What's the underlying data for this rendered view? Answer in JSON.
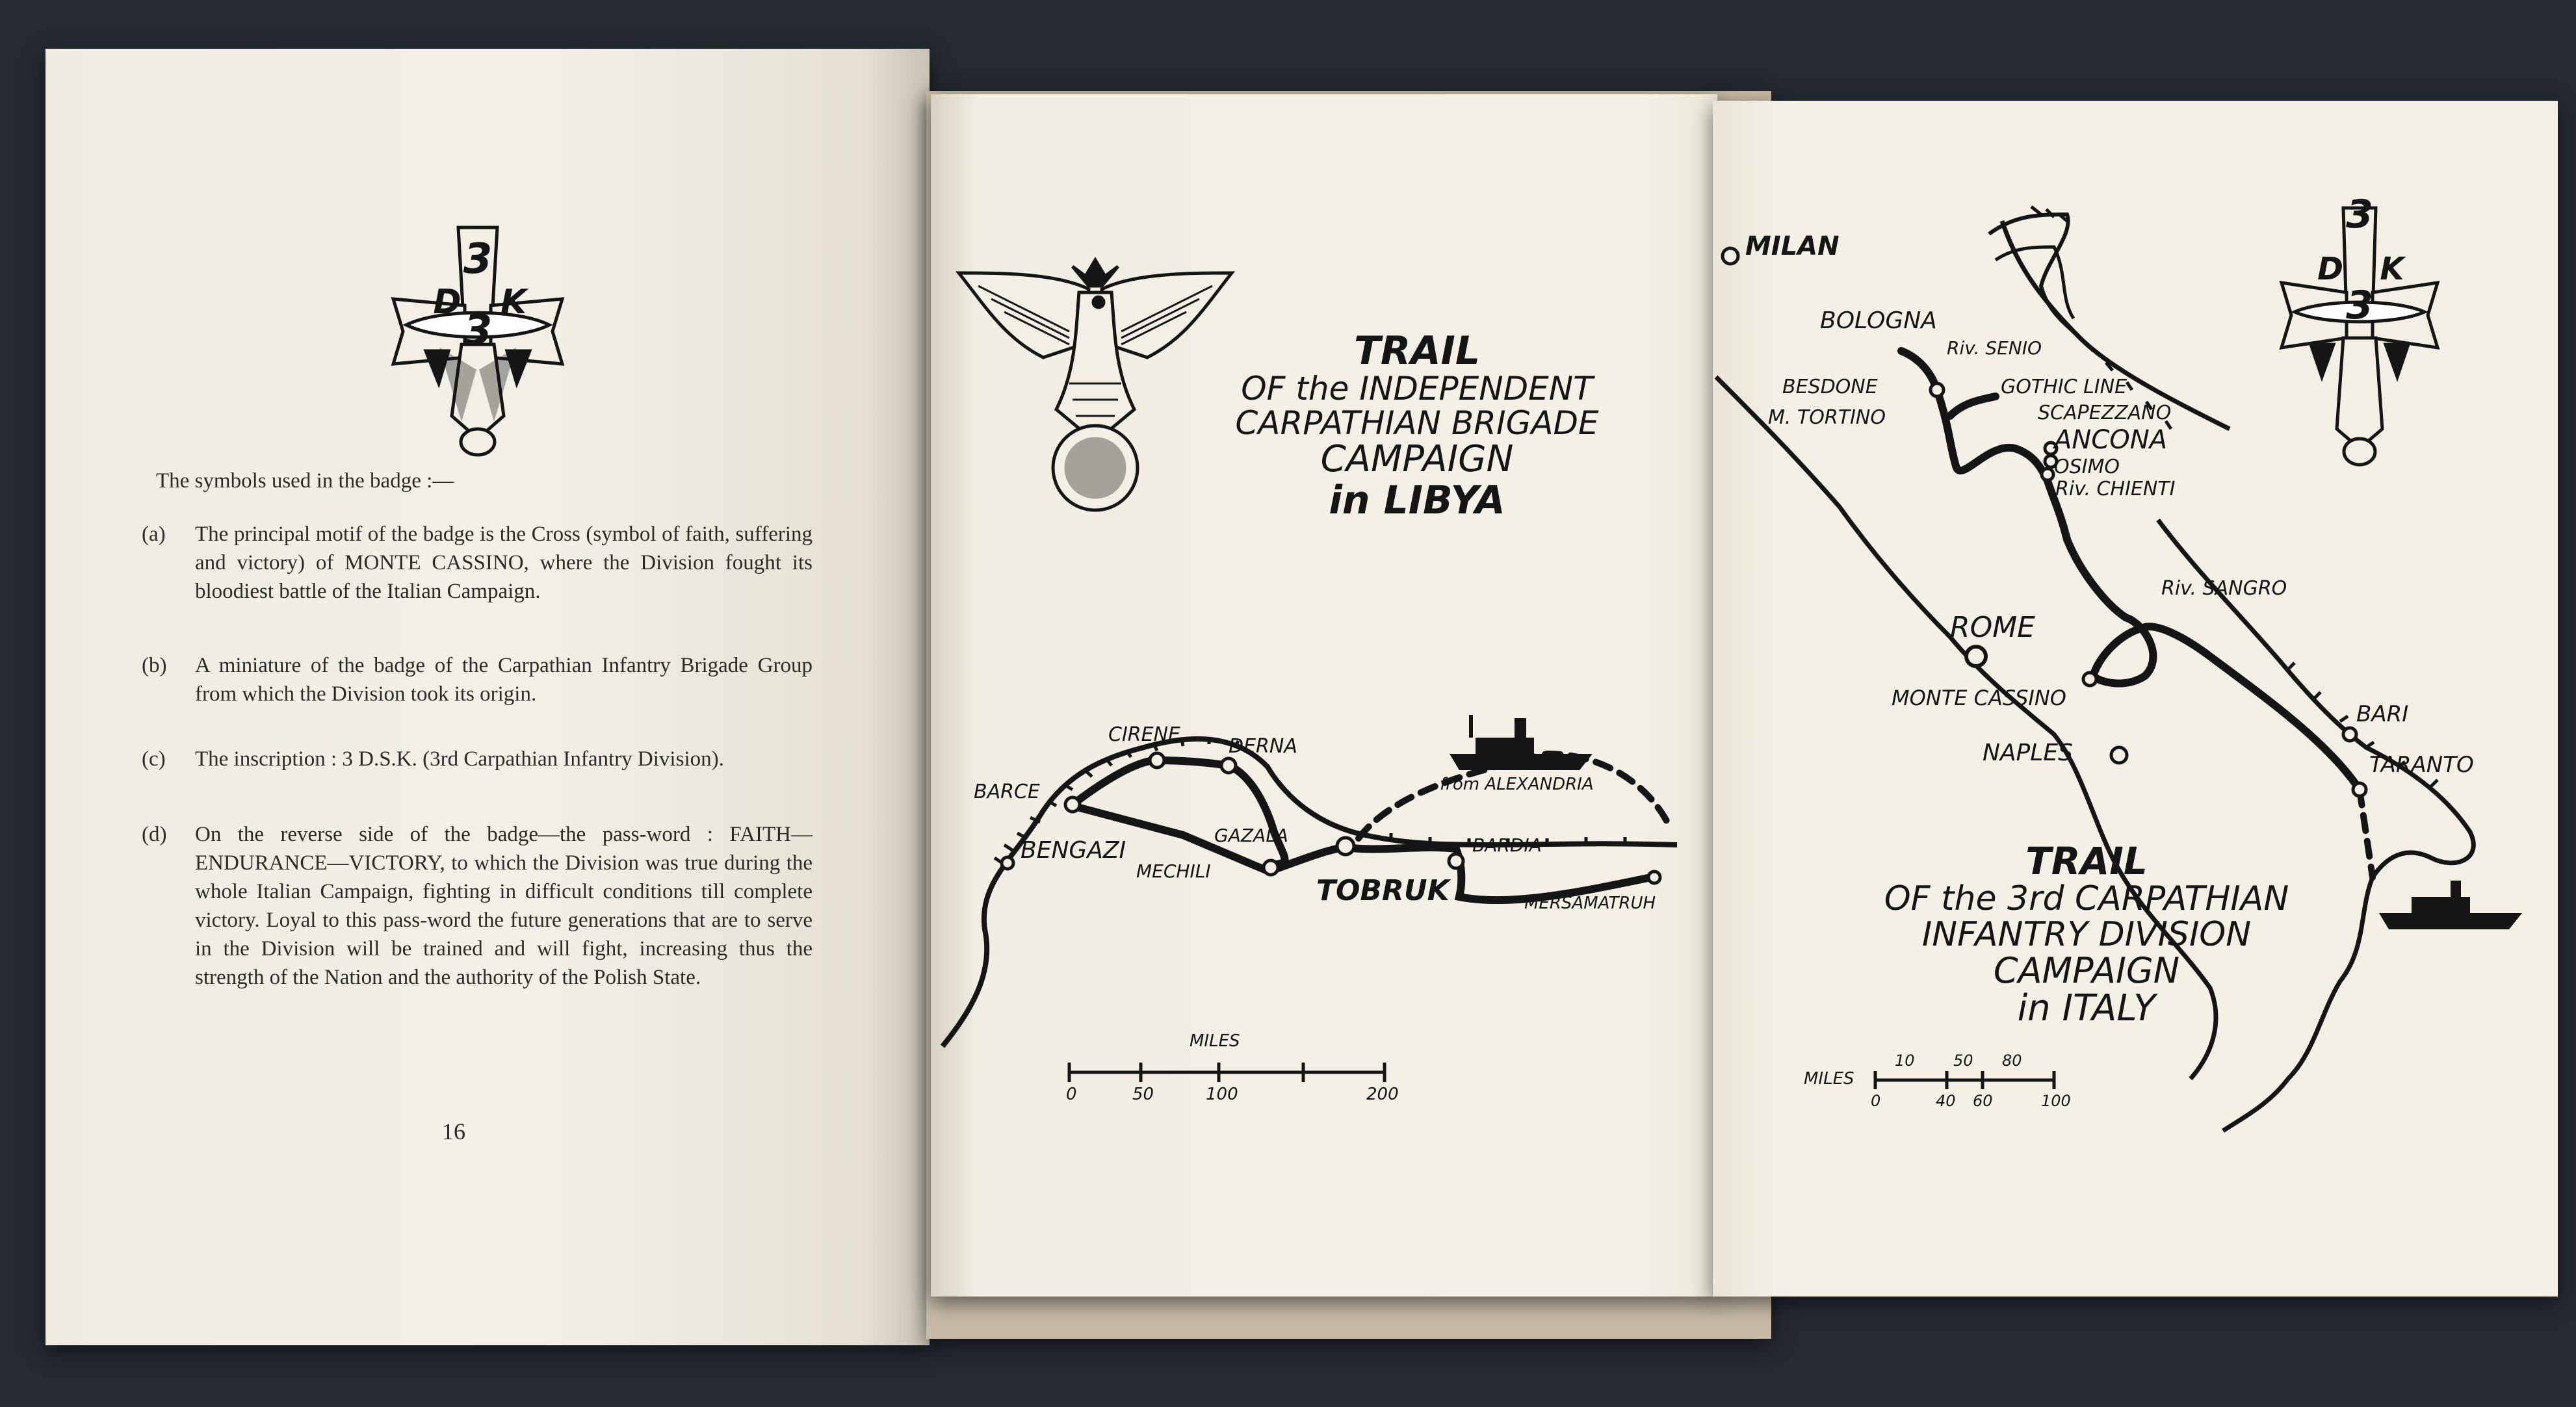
{
  "left_page": {
    "intro": "The symbols used in the badge :—",
    "items": [
      {
        "label": "(a)",
        "text": "The principal motif of the badge is the Cross (symbol of faith, suffering and victory) of MONTE CASSINO, where the Division fought its bloodiest battle of the Italian Campaign."
      },
      {
        "label": "(b)",
        "text": "A miniature of the badge of the Carpathian Infantry Brigade Group from which the Division took its origin."
      },
      {
        "label": "(c)",
        "text": "The inscription : 3 D.S.K. (3rd Carpathian Infantry Division)."
      },
      {
        "label": "(d)",
        "text": "On the reverse side of the badge—the pass-word : FAITH—ENDURANCE—VICTORY, to which the Division was true during the whole Italian Campaign, fighting in difficult conditions till complete victory. Loyal to this pass-word the future generations that are to serve in the Division will be trained and will fight, increasing thus the strength of the Nation and the authority of the Polish State."
      }
    ],
    "page_number": "16",
    "badge_text": {
      "top": "3",
      "left": "D",
      "right": "K",
      "center": "3"
    }
  },
  "libya_map": {
    "title_lines": [
      "TRAIL",
      "OF the INDEPENDENT",
      "CARPATHIAN BRIGADE",
      "CAMPAIGN",
      "in LIBYA"
    ],
    "places": {
      "cirene": "CIRENE",
      "derna": "DERNA",
      "barce": "BARCE",
      "bengazi": "BENGAZI",
      "gazala": "GAZALA",
      "mechili": "MECHILI",
      "tobruk": "TOBRUK",
      "bardia": "BARDIA",
      "mersamatruh": "MERSAMATRUH",
      "from_alexandria": "from ALEXANDRIA"
    },
    "scale": {
      "label": "MILES",
      "ticks": [
        "0",
        "50",
        "100",
        "200"
      ]
    }
  },
  "italy_map": {
    "title_lines": [
      "TRAIL",
      "OF the 3rd CARPATHIAN",
      "INFANTRY DIVISION",
      "CAMPAIGN",
      "in ITALY"
    ],
    "places": {
      "milan": "MILAN",
      "bologna": "BOLOGNA",
      "riv_senio": "Riv. SENIO",
      "besdone": "BESDONE",
      "m_tortino": "M. TORTINO",
      "gothic_line": "GOTHIC LINE",
      "scapezzano": "SCAPEZZANO",
      "ancona": "ANCONA",
      "osimo": "OSIMO",
      "riv_chienti": "Riv. CHIENTI",
      "riv_sangro": "Riv. SANGRO",
      "rome": "ROME",
      "monte_cassino": "MONTE CASSINO",
      "naples": "NAPLES",
      "bari": "BARI",
      "taranto": "TARANTO"
    },
    "scale": {
      "label": "MILES",
      "ticks_top": [
        "10",
        "50",
        "80"
      ],
      "ticks_bottom": [
        "0",
        "40",
        "60",
        "100"
      ]
    },
    "badge_text": {
      "top": "3",
      "left": "D",
      "right": "K",
      "center": "3"
    }
  },
  "colors": {
    "ink": "#151515",
    "paper": "#f3efe4",
    "background": "#262b33"
  }
}
